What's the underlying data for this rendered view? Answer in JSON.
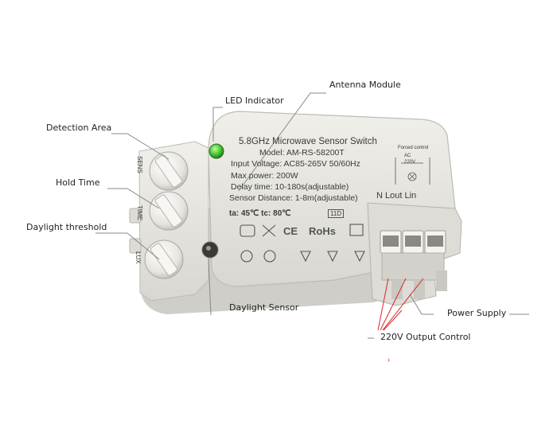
{
  "callouts": {
    "antenna_module": "Antenna Module",
    "led_indicator": "LED Indicator",
    "detection_area": "Detection Area",
    "hold_time": "Hold Time",
    "daylight_threshold": "Daylight threshold",
    "daylight_sensor": "Daylight Sensor",
    "power_supply": "Power Supply",
    "output_control": "220V Output Control"
  },
  "label": {
    "title": "5.8GHz Microwave Sensor Switch",
    "model": "Model: AM-RS-58200T",
    "input_voltage": "Input Voltage: AC85-265V 50/60Hz",
    "max_power": "Max power: 200W",
    "delay_time": "Delay time: 10-180s(adjustable)",
    "sensor_distance": "Sensor Distance: 1-8m(adjustable)",
    "terminals": "N Lout Lin",
    "temps": "ta: 45℃   tc: 80℃",
    "code": "11D",
    "rohs": "RoHs",
    "ce": "CE",
    "wiring_title": "Forced control",
    "wiring_ac": "AC",
    "wiring_voltage": "220V"
  },
  "dials": {
    "sens": "SENS",
    "time": "TIME",
    "lux": "LUX"
  },
  "colors": {
    "callout_line": "#888888",
    "red_line": "#d8262b",
    "led": "#3fbf2f",
    "housing": "#e9e8e3"
  }
}
